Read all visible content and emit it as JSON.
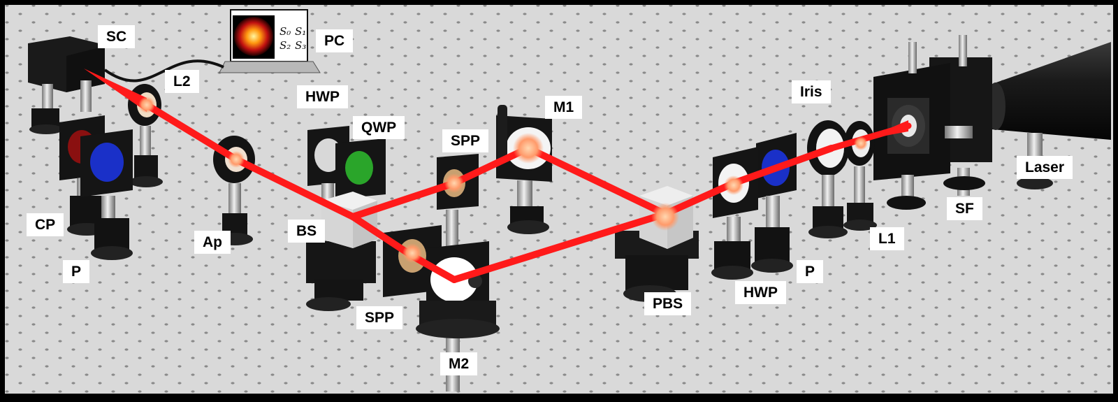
{
  "labels": {
    "sc": "SC",
    "pc": "PC",
    "l2": "L2",
    "hwp_left": "HWP",
    "qwp": "QWP",
    "m1": "M1",
    "iris": "Iris",
    "spp_top": "SPP",
    "cp": "CP",
    "p_left": "P",
    "ap": "Ap",
    "bs": "BS",
    "spp_bottom": "SPP",
    "m2": "M2",
    "pbs": "PBS",
    "hwp_right": "HWP",
    "p_right": "P",
    "l1": "L1",
    "sf": "SF",
    "laser": "Laser"
  },
  "screen_stokes": [
    "S0",
    "S1",
    "S2",
    "S3"
  ],
  "colors": {
    "table": "#d9d9d9",
    "beam": "#ff1a1a",
    "mount": "#1a1a1a",
    "polarizer": "#1030c0",
    "qwp_optic": "#2aa52a",
    "frame": "#000000"
  }
}
